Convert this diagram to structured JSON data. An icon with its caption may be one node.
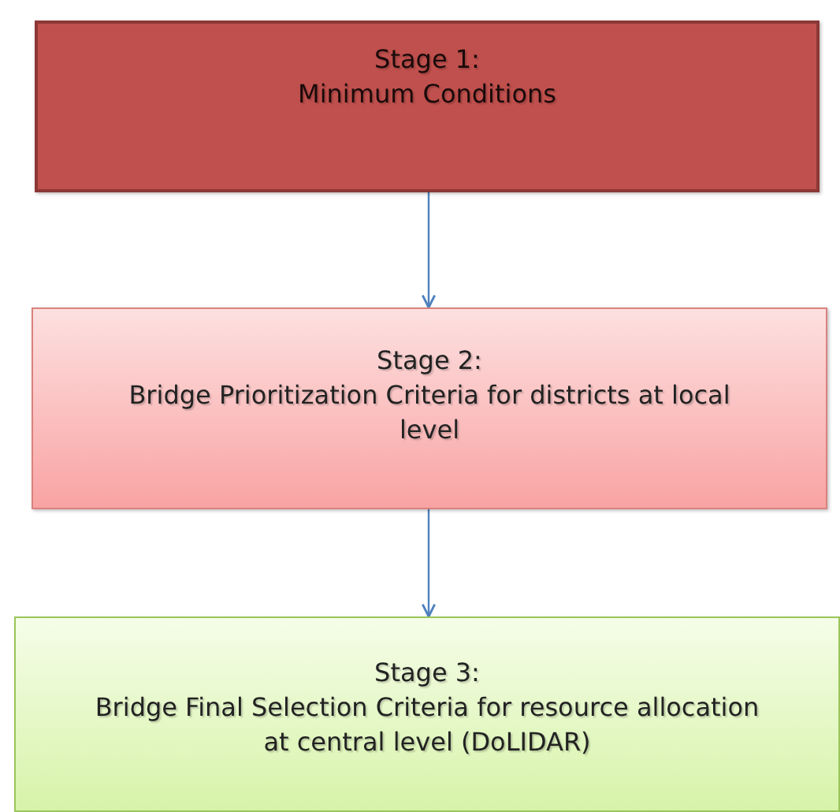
{
  "diagram": {
    "nodes": [
      {
        "text": [
          "Stage 1:",
          "Minimum Conditions"
        ]
      },
      {
        "text": [
          "Stage 2:",
          "Bridge Prioritization Criteria for districts at local level"
        ]
      },
      {
        "text": [
          "Stage 3:",
          "Bridge Final Selection Criteria for resource allocation at central level (DoLIDAR)"
        ]
      }
    ],
    "edges": [
      {
        "from": 0,
        "to": 1,
        "arrow": "to"
      },
      {
        "from": 1,
        "to": 2,
        "arrow": "to"
      }
    ]
  }
}
